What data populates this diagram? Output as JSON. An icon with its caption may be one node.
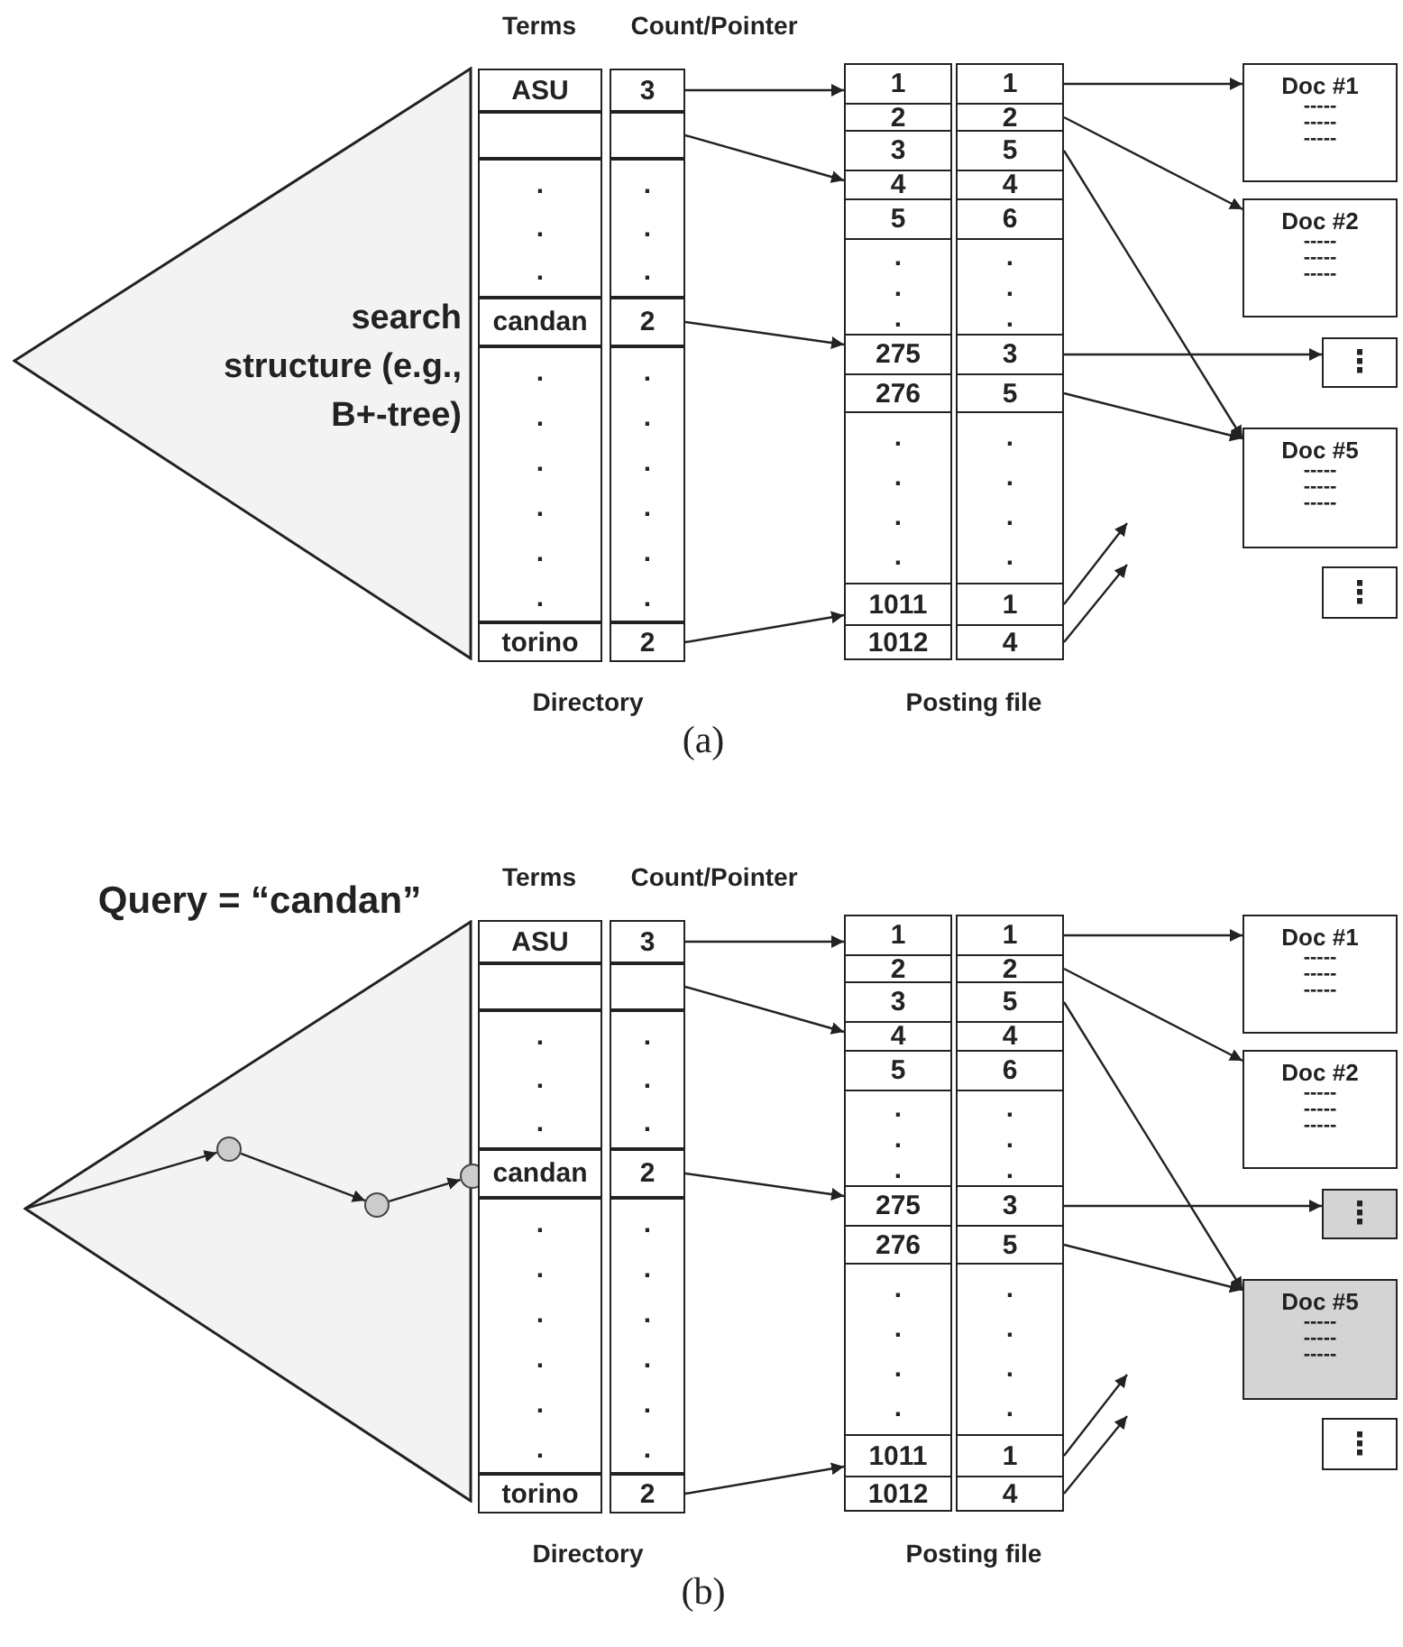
{
  "diagram": {
    "nodes": [
      {
        "text": [
          "search structure (e.g., B+-tree)"
        ]
      },
      {
        "text": [
          "ASU"
        ]
      },
      {
        "text": [
          "3"
        ]
      },
      {
        "text": [],
        "shape": "box"
      },
      {
        "text": [],
        "shape": "box"
      },
      {
        "text": [
          ". . ."
        ]
      },
      {
        "text": [
          ". . ."
        ]
      },
      {
        "text": [
          "candan"
        ]
      },
      {
        "text": [
          "2"
        ]
      },
      {
        "text": [
          ". . . . . ."
        ]
      },
      {
        "text": [
          ". . . . . ."
        ]
      },
      {
        "text": [
          "torino"
        ]
      },
      {
        "text": [
          "2"
        ]
      },
      {
        "text": [
          "1"
        ]
      },
      {
        "text": [
          "1"
        ]
      },
      {
        "text": [
          "2"
        ]
      },
      {
        "text": [
          "2"
        ]
      },
      {
        "text": [
          "3"
        ]
      },
      {
        "text": [
          "5"
        ]
      },
      {
        "text": [
          "4"
        ]
      },
      {
        "text": [
          "4"
        ]
      },
      {
        "text": [
          "5"
        ]
      },
      {
        "text": [
          "6"
        ]
      },
      {
        "text": [
          ". . ."
        ]
      },
      {
        "text": [
          ". . ."
        ]
      },
      {
        "text": [
          "275"
        ]
      },
      {
        "text": [
          "3"
        ]
      },
      {
        "text": [
          "276"
        ]
      },
      {
        "text": [
          "5"
        ]
      },
      {
        "text": [
          ". . . ."
        ]
      },
      {
        "text": [
          ". . . ."
        ]
      },
      {
        "text": [
          "1011"
        ]
      },
      {
        "text": [
          "1"
        ]
      },
      {
        "text": [
          "1012"
        ]
      },
      {
        "text": [
          "4"
        ]
      },
      {
        "text": [
          "Doc #1",
          "----- ----- -----"
        ]
      },
      {
        "text": [
          "Doc #2",
          "----- ----- -----"
        ]
      },
      {
        "text": [
          "⋮"
        ]
      },
      {
        "text": [
          "Doc #5",
          "----- ----- -----"
        ]
      },
      {
        "text": [
          "⋮"
        ]
      },
      {
        "text": [],
        "shape": "triangle"
      },
      {
        "text": [],
        "shape": "circle",
        "in": 40
      },
      {
        "text": [],
        "shape": "circle",
        "in": 40
      },
      {
        "text": [],
        "shape": "circle"
      },
      {
        "text": [
          "ASU"
        ]
      },
      {
        "text": [
          "3"
        ]
      },
      {
        "text": [],
        "shape": "box"
      },
      {
        "text": [],
        "shape": "box"
      },
      {
        "text": [
          ". . ."
        ]
      },
      {
        "text": [
          ". . ."
        ]
      },
      {
        "text": [
          "candan"
        ]
      },
      {
        "text": [
          "2"
        ]
      },
      {
        "text": [
          ". . . . . ."
        ]
      },
      {
        "text": [
          ". . . . . ."
        ]
      },
      {
        "text": [
          "torino"
        ]
      },
      {
        "text": [
          "2"
        ]
      },
      {
        "text": [
          "1"
        ]
      },
      {
        "text": [
          "1"
        ]
      },
      {
        "text": [
          "2"
        ]
      },
      {
        "text": [
          "2"
        ]
      },
      {
        "text": [
          "3"
        ]
      },
      {
        "text": [
          "5"
        ]
      },
      {
        "text": [
          "4"
        ]
      },
      {
        "text": [
          "4"
        ]
      },
      {
        "text": [
          "5"
        ]
      },
      {
        "text": [
          "6"
        ]
      },
      {
        "text": [
          ". . ."
        ]
      },
      {
        "text": [
          ". . ."
        ]
      },
      {
        "text": [
          "275"
        ]
      },
      {
        "text": [
          "3"
        ]
      },
      {
        "text": [
          "276"
        ]
      },
      {
        "text": [
          "5"
        ]
      },
      {
        "text": [
          ". . . ."
        ]
      },
      {
        "text": [
          ". . . ."
        ]
      },
      {
        "text": [
          "1011"
        ]
      },
      {
        "text": [
          "1"
        ]
      },
      {
        "text": [
          "1012"
        ]
      },
      {
        "text": [
          "4"
        ]
      },
      {
        "text": [
          "Doc #1",
          "----- ----- -----"
        ]
      },
      {
        "text": [
          "Doc #2",
          "----- ----- -----"
        ]
      },
      {
        "text": [
          "⋮"
        ]
      },
      {
        "text": [
          "Doc #5",
          "----- ----- -----"
        ]
      },
      {
        "text": [
          "⋮"
        ]
      }
    ],
    "edges": [
      {
        "from": 2,
        "to": 13,
        "arrow": "to"
      },
      {
        "from": 4,
        "to": 19,
        "arrow": "to"
      },
      {
        "from": 8,
        "to": 25,
        "arrow": "to"
      },
      {
        "from": 12,
        "to": 31,
        "arrow": "to"
      },
      {
        "from": 14,
        "to": 35,
        "arrow": "to"
      },
      {
        "from": 16,
        "to": 36,
        "arrow": "to"
      },
      {
        "from": 18,
        "to": 38,
        "arrow": "to"
      },
      {
        "from": 26,
        "to": 37,
        "arrow": "to"
      },
      {
        "from": 28,
        "to": 38,
        "arrow": "to"
      },
      {
        "from": 32,
        "to": null,
        "arrow": "to"
      },
      {
        "from": 34,
        "to": null,
        "arrow": "to"
      },
      {
        "from": 40,
        "to": 41,
        "arrow": "to"
      },
      {
        "from": 41,
        "to": 42,
        "arrow": "to"
      },
      {
        "from": 42,
        "to": 43,
        "arrow": "to"
      },
      {
        "from": 45,
        "to": 56,
        "arrow": "to"
      },
      {
        "from": 47,
        "to": 62,
        "arrow": "to"
      },
      {
        "from": 51,
        "to": 68,
        "arrow": "to"
      },
      {
        "from": 55,
        "to": 74,
        "arrow": "to"
      },
      {
        "from": 57,
        "to": 78,
        "arrow": "to"
      },
      {
        "from": 59,
        "to": 79,
        "arrow": "to"
      },
      {
        "from": 61,
        "to": 81,
        "arrow": "to"
      },
      {
        "from": 69,
        "to": 80,
        "arrow": "to"
      },
      {
        "from": 71,
        "to": 81,
        "arrow": "to"
      },
      {
        "from": 75,
        "to": null,
        "arrow": "to"
      },
      {
        "from": 77,
        "to": null,
        "arrow": "to"
      }
    ],
    "labels": [
      "Terms",
      "Count/Pointer",
      "Directory",
      "Posting file",
      "(a)",
      "Query = “candan”",
      "Terms",
      "Count/Pointer",
      "Directory",
      "Posting file",
      "(b)"
    ]
  }
}
